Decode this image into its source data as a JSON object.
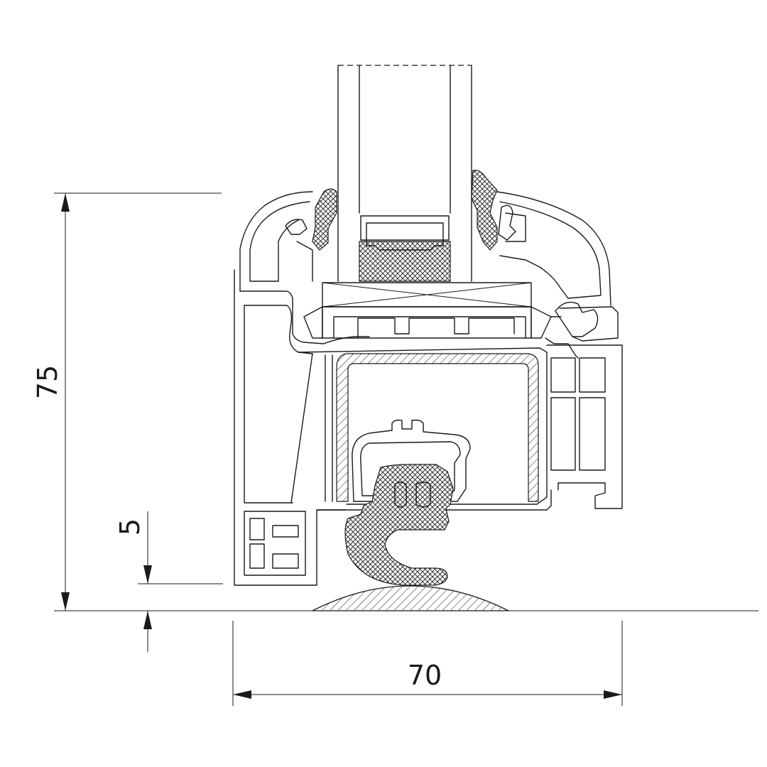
{
  "dimensions": {
    "height": "75",
    "threshold": "5",
    "width": "70"
  },
  "colors": {
    "line": "#1a1a1a",
    "background": "#ffffff"
  }
}
